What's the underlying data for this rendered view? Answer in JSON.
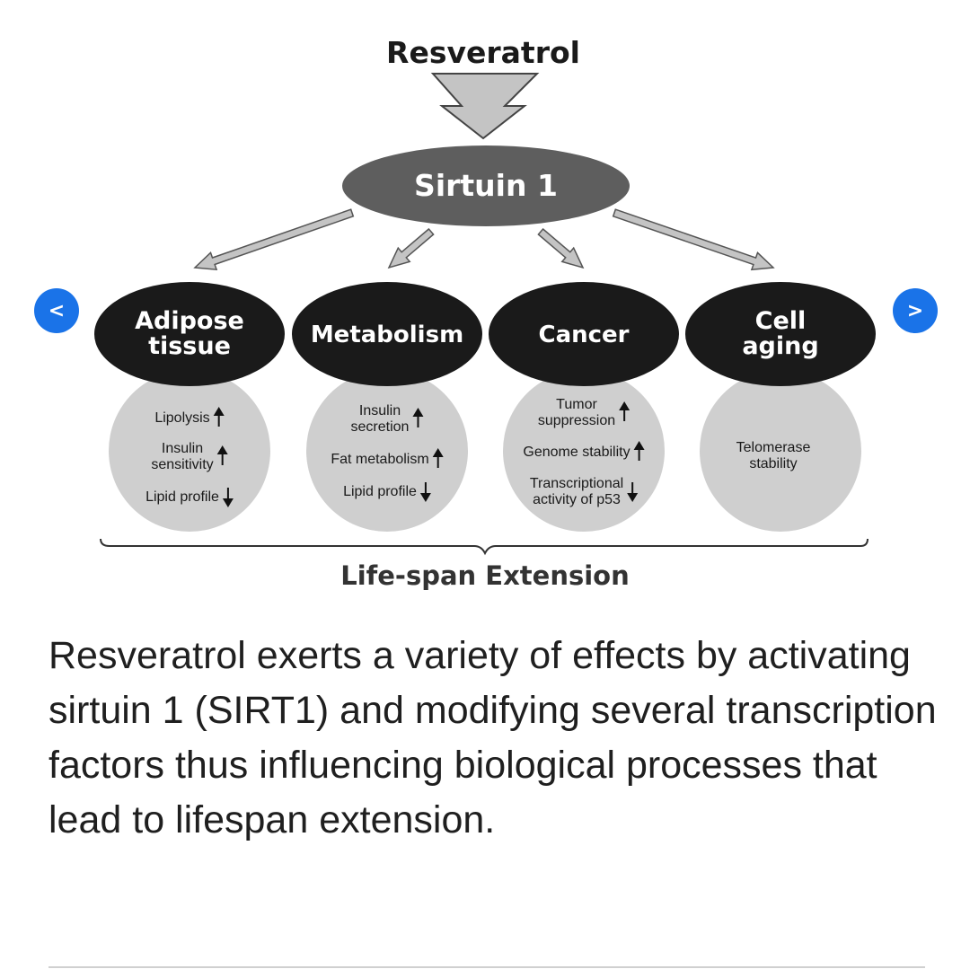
{
  "diagram": {
    "top_label": "Resveratrol",
    "center_node": "Sirtuin 1",
    "categories": [
      {
        "line1": "Adipose",
        "line2": "tissue",
        "effects": [
          {
            "lines": [
              "Lipolysis"
            ],
            "direction": "up"
          },
          {
            "lines": [
              "Insulin",
              "sensitivity"
            ],
            "direction": "up"
          },
          {
            "lines": [
              "Lipid profile"
            ],
            "direction": "down"
          }
        ]
      },
      {
        "line1": "Metabolism",
        "line2": "",
        "effects": [
          {
            "lines": [
              "Insulin",
              "secretion"
            ],
            "direction": "up"
          },
          {
            "lines": [
              "Fat metabolism"
            ],
            "direction": "up"
          },
          {
            "lines": [
              "Lipid profile"
            ],
            "direction": "down"
          }
        ]
      },
      {
        "line1": "Cancer",
        "line2": "",
        "effects": [
          {
            "lines": [
              "Tumor",
              "suppression"
            ],
            "direction": "up"
          },
          {
            "lines": [
              "Genome stability"
            ],
            "direction": "up"
          },
          {
            "lines": [
              "Transcriptional",
              "activity of p53"
            ],
            "direction": "down"
          }
        ]
      },
      {
        "line1": "Cell",
        "line2": "aging",
        "effects": [
          {
            "lines": [
              "Telomerase",
              "stability"
            ],
            "direction": "none"
          }
        ]
      }
    ],
    "outcome": "Life-span Extension"
  },
  "caption": "Resveratrol exerts a variety of effects by activating sirtuin 1 (SIRT1) and modifying several transcription factors thus influencing biological processes that lead to lifespan extension.",
  "nav": {
    "prev": "<",
    "next": ">"
  },
  "colors": {
    "dark_node": "#1a1a1a",
    "center_node": "#5e5e5e",
    "effect_circle": "#cfcfcf",
    "arrow_fill": "#c4c4c4",
    "nav_button": "#1a73e8"
  }
}
